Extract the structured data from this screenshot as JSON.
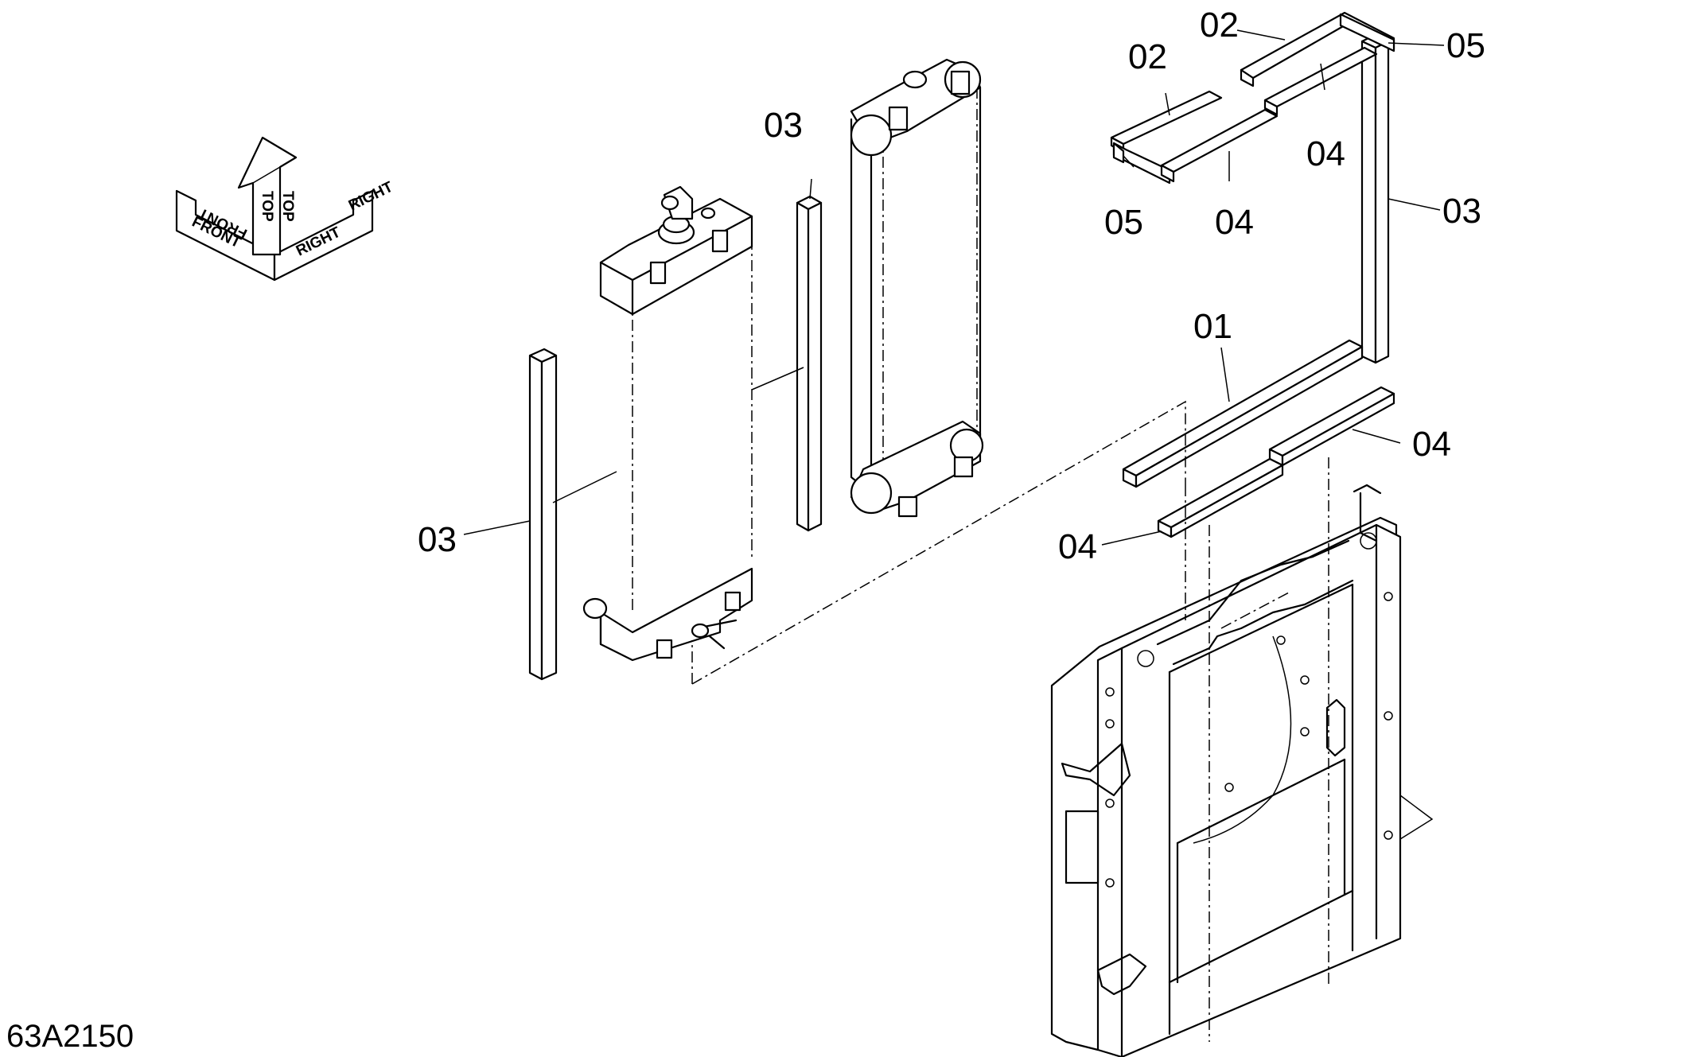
{
  "figure_id": "63A2150",
  "orientation": {
    "top": "TOP",
    "front": "FRONT",
    "right": "RIGHT"
  },
  "callouts": {
    "c01": "01",
    "c02_upper": "02",
    "c02_left": "02",
    "c03_top": "03",
    "c03_right": "03",
    "c03_left": "03",
    "c04_upper_right": "04",
    "c04_upper_left": "04",
    "c04_mid_right": "04",
    "c04_mid_left": "04",
    "c05_right": "05",
    "c05_left": "05"
  }
}
